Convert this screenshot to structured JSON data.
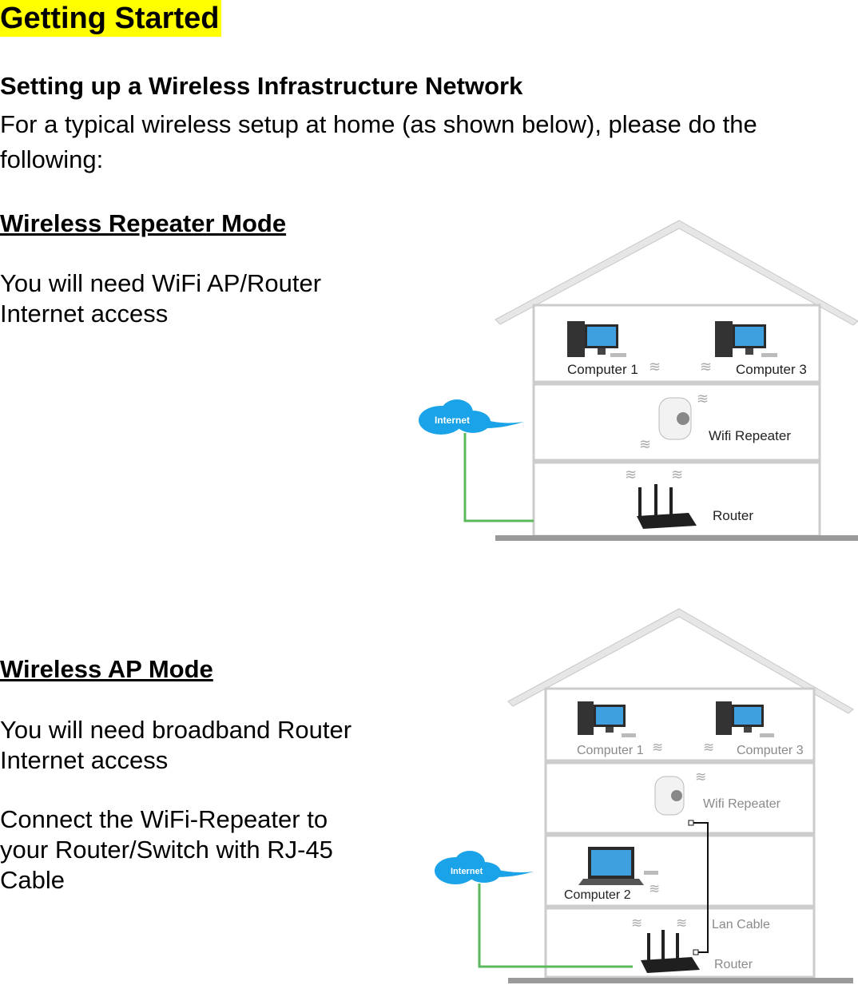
{
  "heading": "Getting Started",
  "subheading": "Setting up a Wireless Infrastructure Network",
  "intro_line1": "For a typical wireless setup at home (as shown below), please do the",
  "intro_line2": "following:",
  "repeater_section": {
    "title": "Wireless Repeater Mode",
    "line1": "You will need WiFi AP/Router",
    "line2": "Internet access",
    "diagram": {
      "cloud_label": "Internet",
      "computer1": "Computer 1",
      "computer3": "Computer 3",
      "repeater": "Wifi Repeater",
      "router": "Router"
    }
  },
  "ap_section": {
    "title": "Wireless AP Mode",
    "line1": "You will need broadband  Router",
    "line2": "Internet access",
    "line3": "Connect the WiFi-Repeater to",
    "line4": "your Router/Switch with RJ-45",
    "line5": "Cable",
    "diagram": {
      "cloud_label": "Internet",
      "computer1": "Computer 1",
      "computer3": "Computer 3",
      "repeater": "Wifi Repeater",
      "computer2": "Computer 2",
      "lan_cable": "Lan Cable",
      "router": "Router"
    }
  },
  "colors": {
    "highlight": "#ffff00",
    "cloud": "#1aa3e8",
    "cable_green": "#5cb85c",
    "house_outline": "#cfcfcf"
  }
}
